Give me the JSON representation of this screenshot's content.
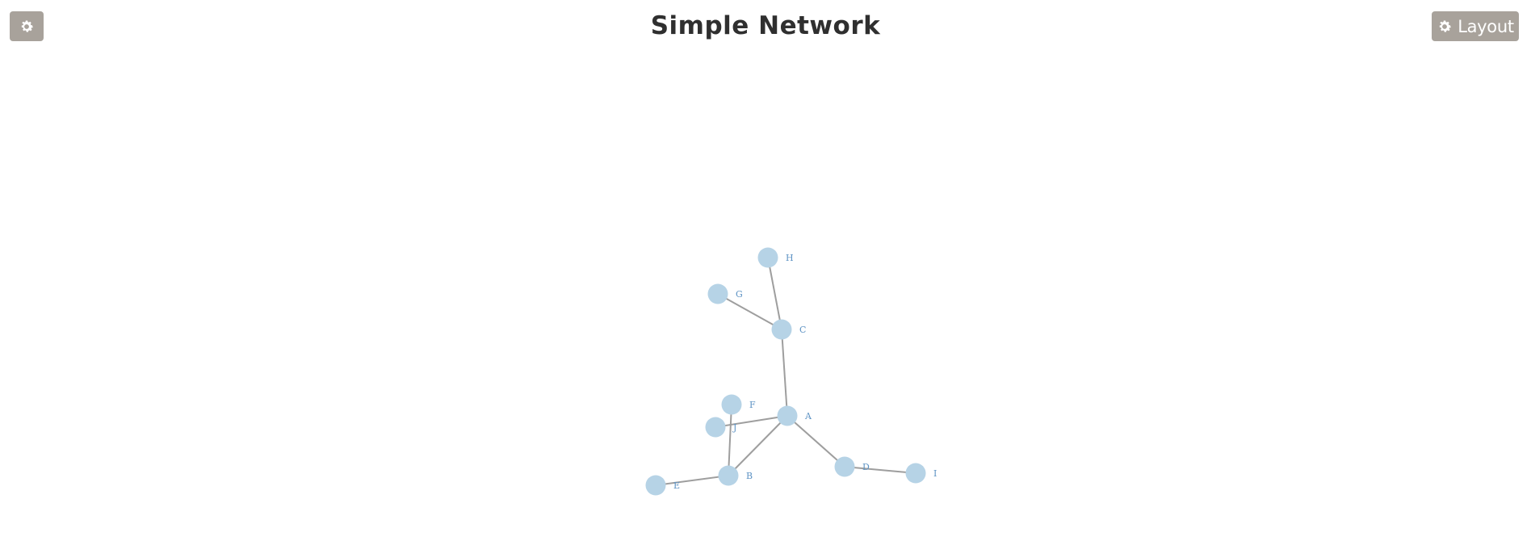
{
  "header": {
    "title": "Simple Network",
    "layout_button_label": "Layout",
    "settings_icon": "gear-icon",
    "layout_icon": "gear-icon"
  },
  "colors": {
    "button_bg": "#a8a29b",
    "node_fill": "#b6d3e6",
    "edge_stroke": "#9e9e9e",
    "label_color": "#5e93c4",
    "title_color": "#2f2f2f"
  },
  "graph": {
    "nodes": [
      {
        "id": "A",
        "label": "A"
      },
      {
        "id": "B",
        "label": "B"
      },
      {
        "id": "C",
        "label": "C"
      },
      {
        "id": "D",
        "label": "D"
      },
      {
        "id": "E",
        "label": "E"
      },
      {
        "id": "F",
        "label": "F"
      },
      {
        "id": "G",
        "label": "G"
      },
      {
        "id": "H",
        "label": "H"
      },
      {
        "id": "I",
        "label": "I"
      },
      {
        "id": "J",
        "label": "J"
      }
    ],
    "edges": [
      {
        "source": "H",
        "target": "C"
      },
      {
        "source": "G",
        "target": "C"
      },
      {
        "source": "C",
        "target": "A"
      },
      {
        "source": "A",
        "target": "J"
      },
      {
        "source": "A",
        "target": "B"
      },
      {
        "source": "A",
        "target": "D"
      },
      {
        "source": "D",
        "target": "I"
      },
      {
        "source": "F",
        "target": "B"
      },
      {
        "source": "B",
        "target": "E"
      }
    ]
  }
}
